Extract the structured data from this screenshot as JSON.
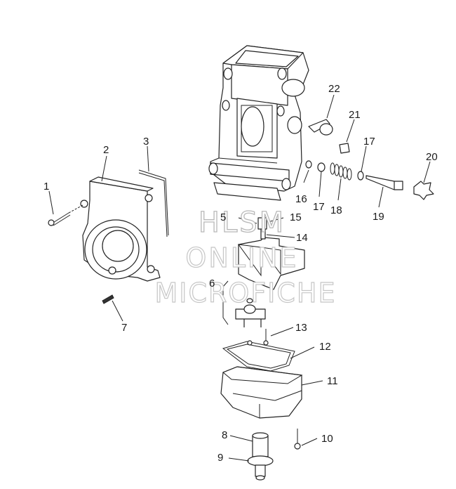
{
  "diagram": {
    "callouts": [
      {
        "id": "1",
        "text": "1"
      },
      {
        "id": "2",
        "text": "2"
      },
      {
        "id": "3",
        "text": "3"
      },
      {
        "id": "5",
        "text": "5"
      },
      {
        "id": "6",
        "text": "6"
      },
      {
        "id": "7",
        "text": "7"
      },
      {
        "id": "8",
        "text": "8"
      },
      {
        "id": "9",
        "text": "9"
      },
      {
        "id": "10",
        "text": "10"
      },
      {
        "id": "11",
        "text": "11"
      },
      {
        "id": "12",
        "text": "12"
      },
      {
        "id": "13",
        "text": "13"
      },
      {
        "id": "14",
        "text": "14"
      },
      {
        "id": "15",
        "text": "15"
      },
      {
        "id": "16",
        "text": "16"
      },
      {
        "id": "17a",
        "text": "17"
      },
      {
        "id": "17b",
        "text": "17"
      },
      {
        "id": "18",
        "text": "18"
      },
      {
        "id": "19",
        "text": "19"
      },
      {
        "id": "20",
        "text": "20"
      },
      {
        "id": "21",
        "text": "21"
      },
      {
        "id": "22",
        "text": "22"
      }
    ]
  },
  "watermark": {
    "line1": "HLSM",
    "line2": "ONLINE",
    "line3": "MICROFICHE"
  }
}
